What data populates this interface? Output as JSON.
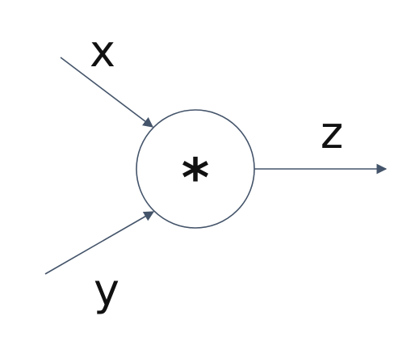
{
  "diagram": {
    "inputs": [
      {
        "label": "x"
      },
      {
        "label": "y"
      }
    ],
    "node": {
      "operator": "*"
    },
    "output": {
      "label": "z"
    },
    "colors": {
      "line": "#44546a",
      "text": "#111111",
      "background": "#ffffff"
    }
  }
}
